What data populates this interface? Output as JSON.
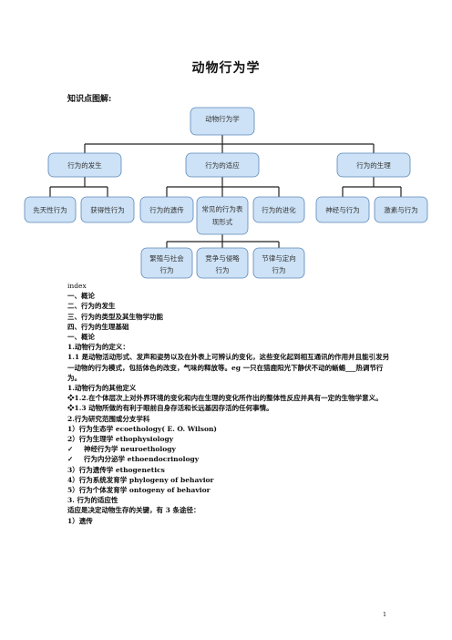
{
  "title": "动物行为学",
  "kmap_label": "知识点图解:",
  "diagram": {
    "root": "动物行为学",
    "level1": [
      "行为的发生",
      "行为的适应",
      "行为的生理"
    ],
    "level2": [
      "先天性行为",
      "获得性行为",
      "行为的遗传",
      "常见的行为表现形式",
      "行为的进化",
      "神经与行为",
      "激素与行为"
    ],
    "level3": [
      "繁殖与社会行为",
      "竞争与侵略行为",
      "节律与定向行为"
    ]
  },
  "lines": [
    "index",
    "一、概论",
    "二、行为的发生",
    "三、行为的类型及其生物学功能",
    "四、行为的生理基础",
    "一、概论",
    "1.动物行为的定义：",
    "1.1 是动物活动形式、发声和姿势以及在外表上可辨认的变化，这些变化起到相互通讯的作用并且能引发另一动物的行为模式，包括体色的改变，气味的释放等。eg 一只在猎鹿阳光下静伏不动的蜥蜴___热调节行为。",
    "1.动物行为的其他定义",
    "❖1.2.在个体层次上对外界环境的变化和内在生理的变化所作出的整体性反应并具有一定的生物学意义。",
    "❖1.3 动物所做的有利于眼前自身存活和长远基因存活的任何事情。",
    "2.行为研究范围或分支学科",
    "1）行为生态学 ecoethology( E. O. Wilson)",
    "2）行为生理学 ethophysiology",
    "神经行为学 neuroethology",
    "行为内分泌学 ethoendocrinology",
    "3）行为遗传学 ethogenetics",
    "4）行为系统发育学 phylogeny of behavior",
    "5）行为个体发育学 ontogeny of behavior",
    "3. 行为的适应性",
    "适应是决定动物生存的关键，有 3 条途径：",
    "1）遗传"
  ],
  "check_mark": "✓",
  "page_number": "1"
}
